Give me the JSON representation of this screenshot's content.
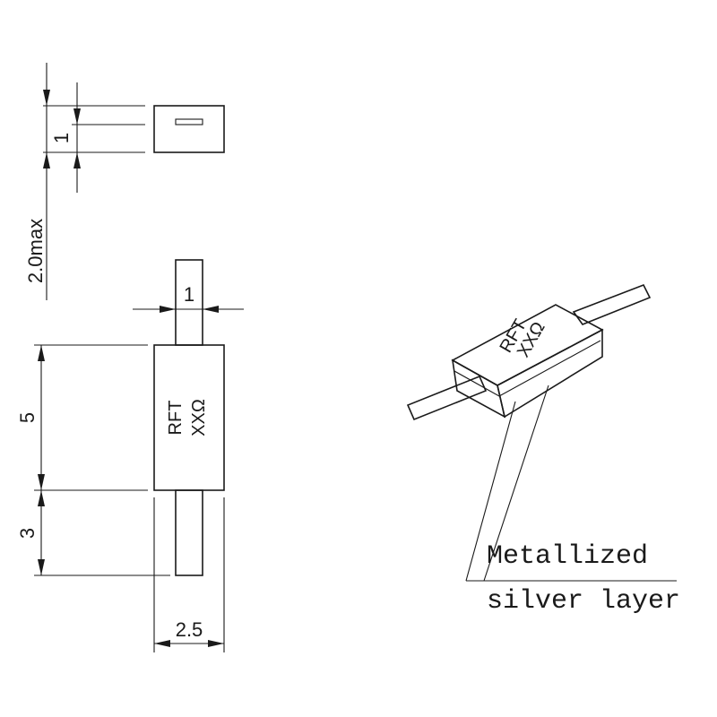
{
  "dimensions": {
    "overall_thickness": "2.0max",
    "lead_thickness": "1",
    "lead_width": "1",
    "body_length": "5",
    "lead_length": "3",
    "body_width": "2.5"
  },
  "body_marking": {
    "line1": "RFT",
    "line2": "XXΩ"
  },
  "callout": {
    "line1": "Metallized",
    "line2": "silver layer"
  }
}
